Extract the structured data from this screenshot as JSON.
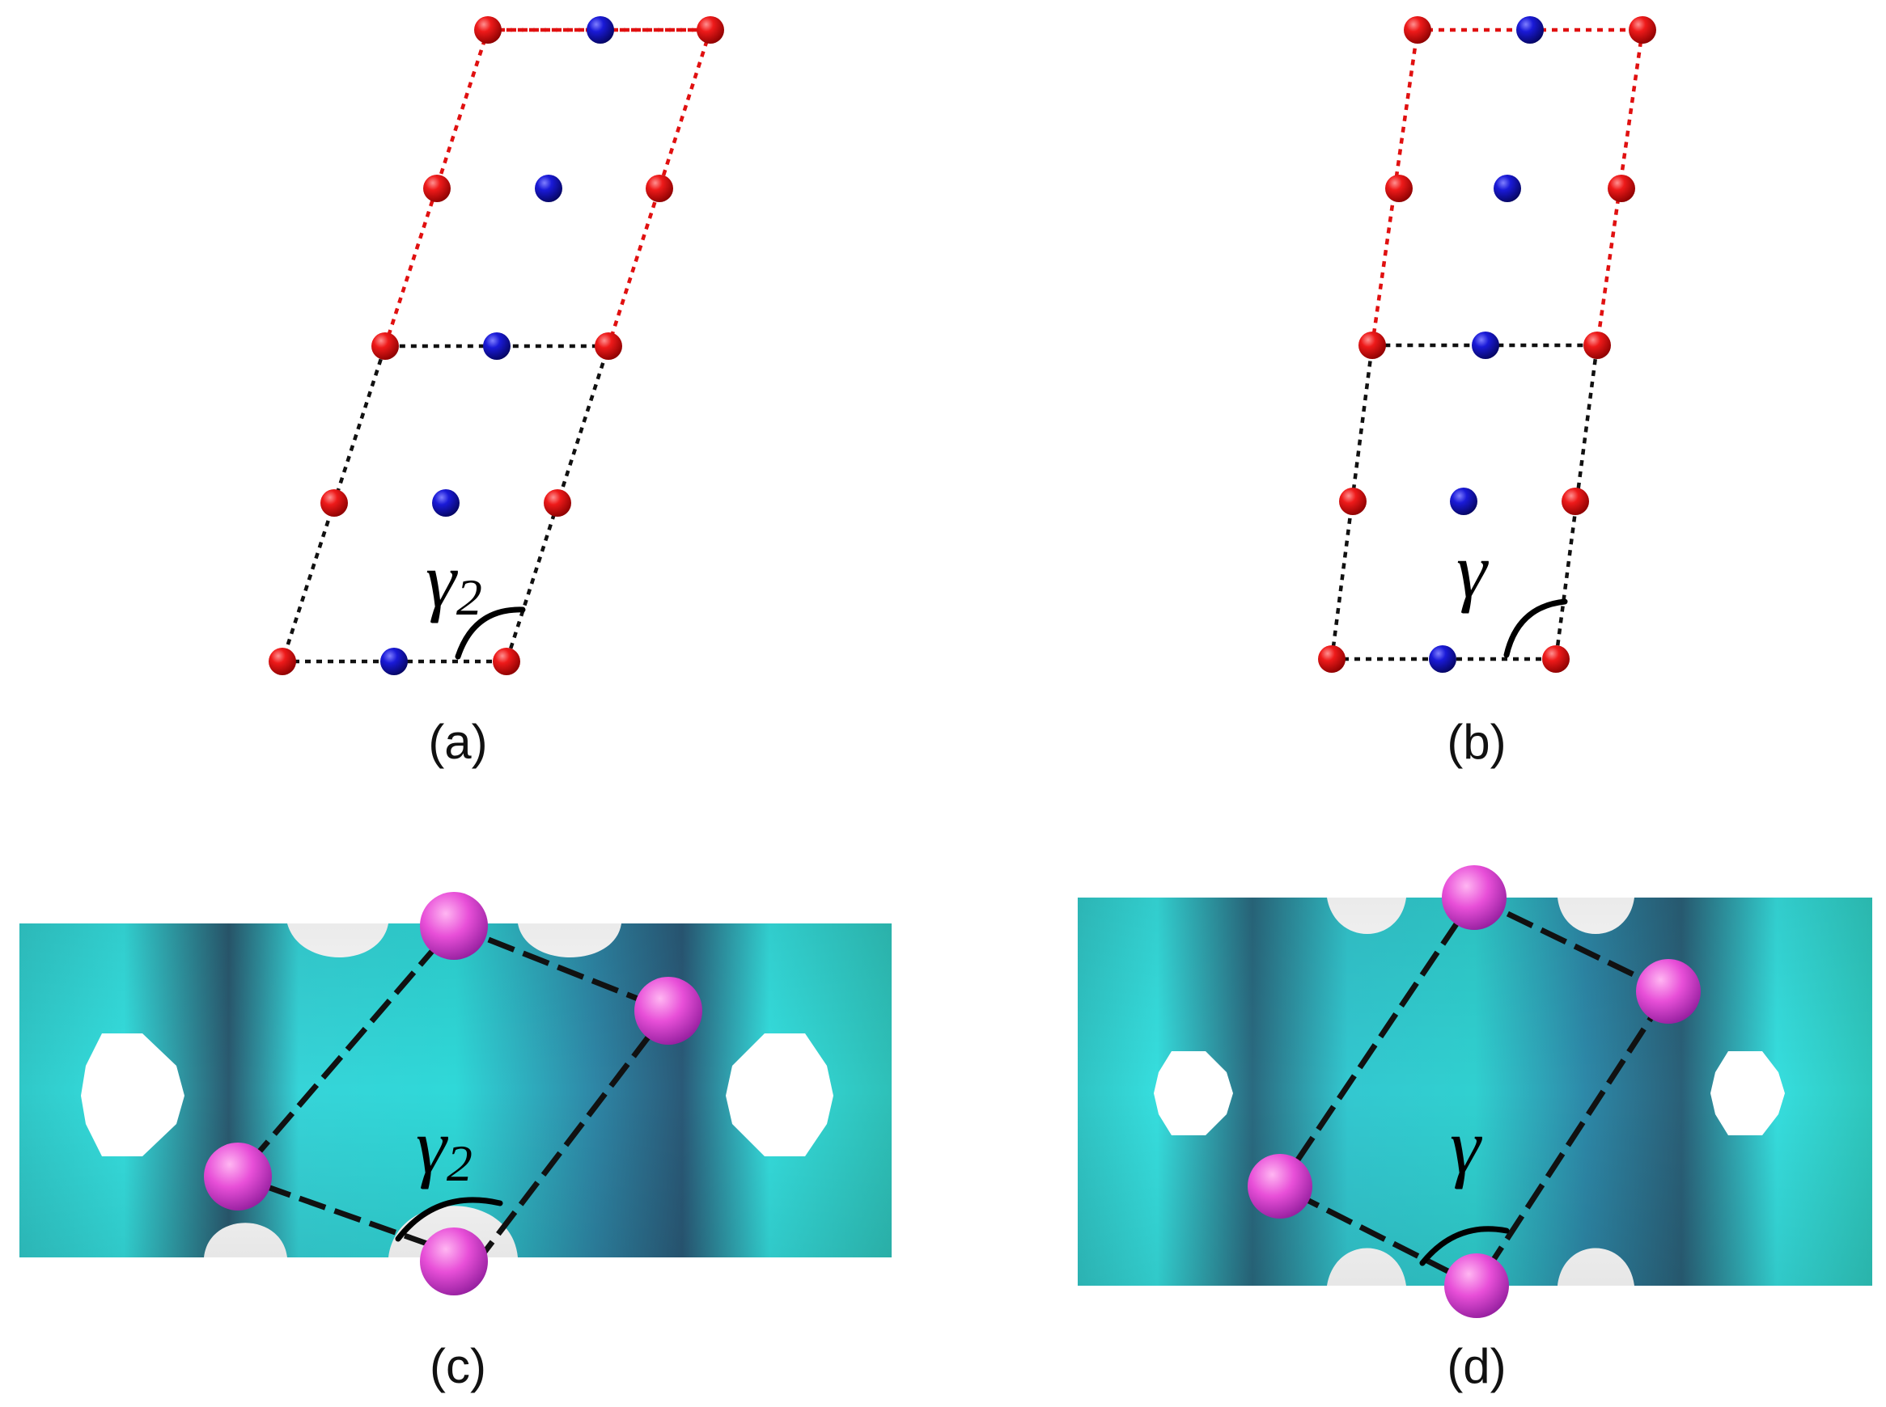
{
  "figure": {
    "panels": [
      {
        "id": "a",
        "label": "(a)",
        "angle": {
          "symbol": "γ",
          "subscript": "2"
        }
      },
      {
        "id": "b",
        "label": "(b)",
        "angle": {
          "symbol": "γ",
          "subscript": ""
        }
      },
      {
        "id": "c",
        "label": "(c)",
        "angle": {
          "symbol": "γ",
          "subscript": "2"
        }
      },
      {
        "id": "d",
        "label": "(d)",
        "angle": {
          "symbol": "γ",
          "subscript": ""
        }
      }
    ],
    "colors": {
      "red_atom": "#e01010",
      "blue_atom": "#1515c8",
      "magenta_atom": "#e040e0",
      "surface_cyan": "#2fd6d6",
      "surface_dark": "#2a6f86",
      "red_line": "#e01010",
      "black_line": "#111111"
    }
  }
}
